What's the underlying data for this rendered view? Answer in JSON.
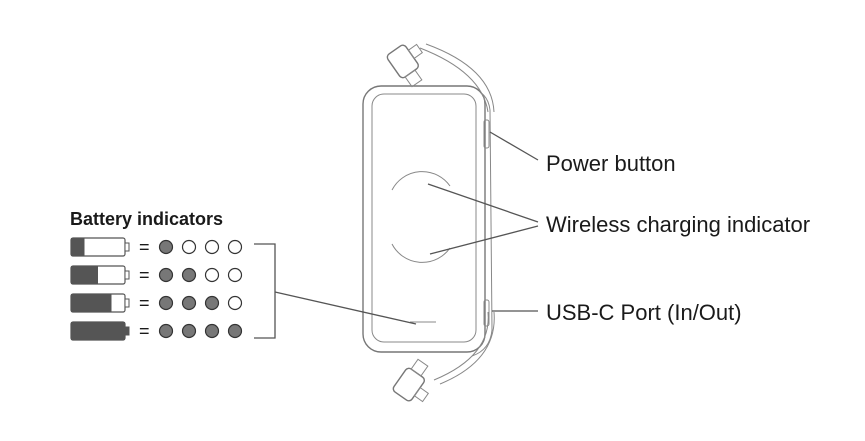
{
  "labels": {
    "power": "Power button",
    "wireless": "Wireless charging indicator",
    "usbc": "USB-C Port (In/Out)",
    "battery_title": "Battery indicators"
  },
  "battery_indicators": [
    {
      "fill": 0.25,
      "lit": 1,
      "eq": "="
    },
    {
      "fill": 0.5,
      "lit": 2,
      "eq": "="
    },
    {
      "fill": 0.75,
      "lit": 3,
      "eq": "="
    },
    {
      "fill": 1.0,
      "lit": 4,
      "eq": "="
    }
  ],
  "colors": {
    "battery_fill": "#555555",
    "led_on": "#777777",
    "outline": "#555555"
  }
}
